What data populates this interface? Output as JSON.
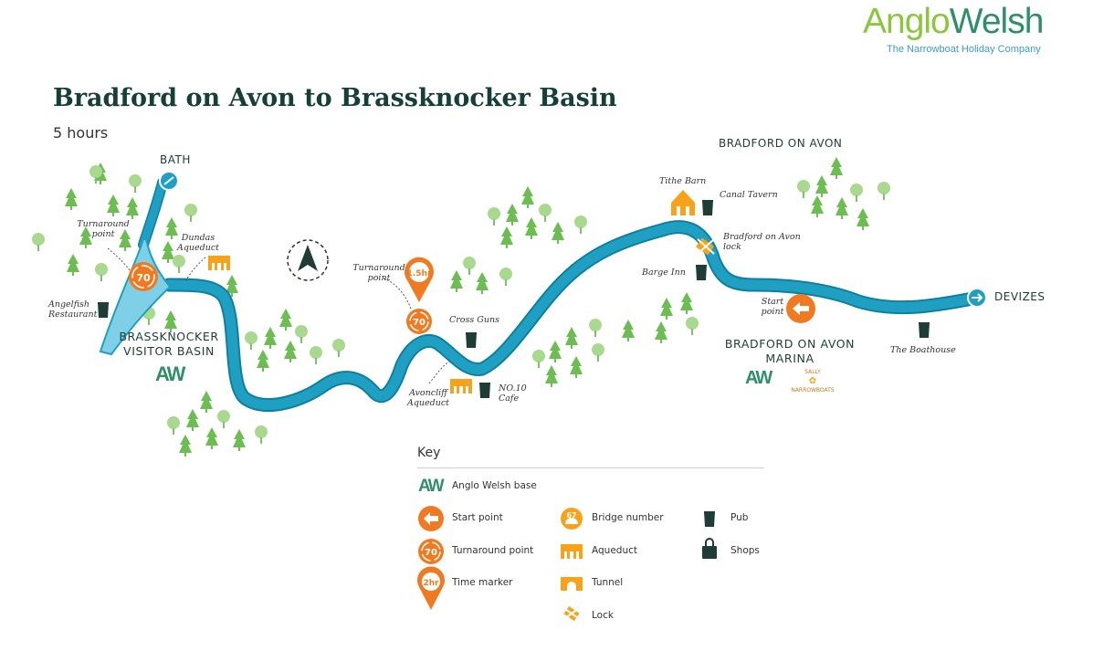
{
  "logo": {
    "anglo": "Anglo",
    "welsh": "Welsh",
    "tagline": "The Narrowboat Holiday Company"
  },
  "title": "Bradford on Avon to Brassknocker Basin",
  "duration": "5 hours",
  "places": {
    "bath": "BATH",
    "bradford_on_avon": "BRADFORD ON AVON",
    "devizes": "DEVIZES",
    "brassknocker_line1": "BRASSKNOCKER",
    "brassknocker_line2": "VISITOR BASIN",
    "marina_line1": "BRADFORD ON AVON",
    "marina_line2": "MARINA"
  },
  "labels": {
    "turnaround_left_1": "Turnaround",
    "turnaround_left_2": "point",
    "dundas_1": "Dundas",
    "dundas_2": "Aqueduct",
    "angelfish_1": "Angelfish",
    "angelfish_2": "Restaurant",
    "turnaround_mid_1": "Turnaround",
    "turnaround_mid_2": "point",
    "cross_guns": "Cross Guns",
    "avoncliff_1": "Avoncliff",
    "avoncliff_2": "Aqueduct",
    "no10_1": "NO.10",
    "no10_2": "Cafe",
    "tithe_barn": "Tithe Barn",
    "canal_tavern": "Canal Tavern",
    "boa_lock_1": "Bradford on Avon",
    "boa_lock_2": "lock",
    "barge_inn": "Barge Inn",
    "start_1": "Start",
    "start_2": "point",
    "boathouse": "The Boathouse",
    "sally_1": "SALLY",
    "sally_2": "NARROWBOATS"
  },
  "markers": {
    "bridge_number": "70",
    "time_marker": "1.5hr",
    "key_bridge_number": "67",
    "key_time_marker": "2hr",
    "aw": "AW"
  },
  "key": {
    "title": "Key",
    "items": {
      "base": "Anglo Welsh base",
      "start": "Start point",
      "turnaround": "Turnaround point",
      "time": "Time marker",
      "bridge": "Bridge number",
      "aqueduct": "Aqueduct",
      "tunnel": "Tunnel",
      "lock": "Lock",
      "pub": "Pub",
      "shops": "Shops"
    }
  },
  "colors": {
    "canal": "#1fa0c2",
    "canal_outline": "#0f7fa0",
    "orange": "#f07a21",
    "tree": "#67b84f",
    "tree_light": "#a6d48c",
    "dark": "#1f3d36",
    "aw_green": "#2f8f6b"
  }
}
